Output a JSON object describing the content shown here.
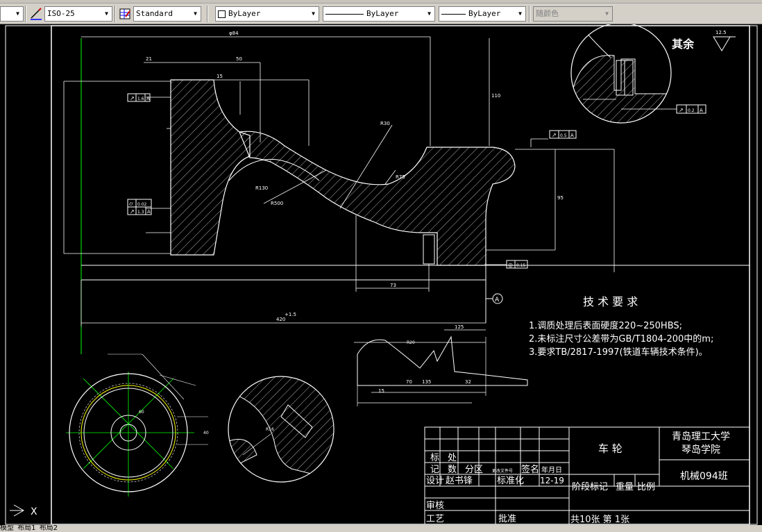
{
  "toolbar": {
    "dimstyle": "ISO-25",
    "tablestyle": "Standard",
    "layer": "ByLayer",
    "linetype": "ByLayer",
    "lineweight": "ByLayer",
    "plotstyle": "随颜色"
  },
  "drawing": {
    "other_label": "其余",
    "roughness_other": "12.5",
    "tech_title": "技 术 要 求",
    "tech_reqs": [
      "1.调质处理后表面硬度220~250HBS;",
      "2.未标注尺寸公差带为GB/T1804-200中的m;",
      "3.要求TB/2817-1997(铁道车辆技术条件)。"
    ],
    "datum_label": "A",
    "section_label": "A",
    "fcf": {
      "top_left": [
        "↗",
        "1.6",
        "A"
      ],
      "top_right": [
        "↗",
        "0.5",
        "A"
      ],
      "mid_left1": [
        "⌭",
        "0.02",
        ""
      ],
      "mid_left2": [
        "↗",
        "1.3",
        "A"
      ],
      "bottom": [
        "◎",
        "0.15",
        ""
      ],
      "detail": [
        "↗",
        "0.2",
        "A"
      ]
    },
    "dims": {
      "top_width": "φ84",
      "width_50": "50",
      "d_21": "21",
      "d_15": "15",
      "d_110": "110",
      "d_73": "73",
      "d_95": "95",
      "overall": "420",
      "overall_tol": "+1.5",
      "detail_135": "135",
      "detail_70": "70",
      "detail_32": "32",
      "detail_15": "15",
      "detail_125": "125",
      "r_130": "R130",
      "r_500": "R500",
      "r_75": "R75",
      "r_16": "R16",
      "r_20": "R20",
      "r_30": "R30",
      "d_60": "60",
      "d_40": "40"
    }
  },
  "titleblock": {
    "part_name": "车  轮",
    "school_line1": "青岛理工大学",
    "school_line2": "琴岛学院",
    "class_name": "机械094班",
    "row_biaochu": [
      "标",
      "处"
    ],
    "row_header": [
      "记",
      "数",
      "分区",
      "更改文件号",
      "签名",
      "年月日"
    ],
    "design": "设计",
    "designer": "赵书锋",
    "standardize": "标准化",
    "date": "12-19",
    "stage": "阶段标记",
    "weight": "重量",
    "scale": "比例",
    "review": "审核",
    "craft": "工艺",
    "approve": "批准",
    "sheets": "共10张 第 1张"
  },
  "tabs": [
    "模型",
    "布局1",
    "布局2"
  ]
}
